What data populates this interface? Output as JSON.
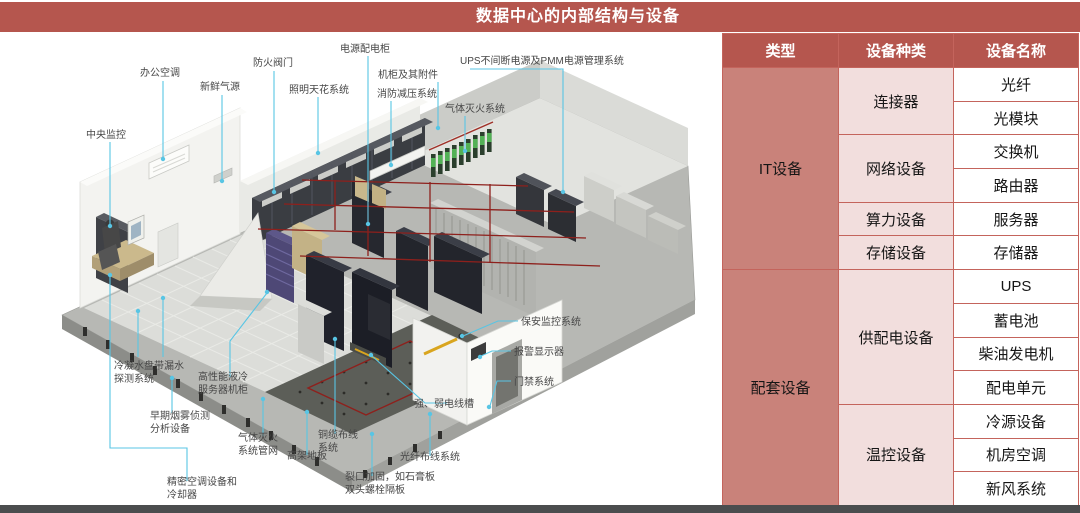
{
  "title": "数据中心的内部结构与设备",
  "colors": {
    "accent_red": "#b5564e",
    "type_cell_red": "#c9827a",
    "category_cell_pink": "#f2dedd",
    "table_border": "#c4645c",
    "leader_line_cyan": "#58c5e4",
    "cable_tray_red": "#8e201c",
    "bottom_bar_gray": "#4b4d4e"
  },
  "table": {
    "headers": [
      "类型",
      "设备种类",
      "设备名称"
    ],
    "groups": [
      {
        "type": "IT设备",
        "categories": [
          {
            "name": "连接器",
            "devices": [
              "光纤",
              "光模块"
            ]
          },
          {
            "name": "网络设备",
            "devices": [
              "交换机",
              "路由器"
            ]
          },
          {
            "name": "算力设备",
            "devices": [
              "服务器"
            ]
          },
          {
            "name": "存储设备",
            "devices": [
              "存储器"
            ]
          }
        ]
      },
      {
        "type": "配套设备",
        "categories": [
          {
            "name": "供配电设备",
            "devices": [
              "UPS",
              "蓄电池",
              "柴油发电机",
              "配电单元"
            ]
          },
          {
            "name": "温控设备",
            "devices": [
              "冷源设备",
              "机房空调",
              "新风系统"
            ]
          }
        ]
      }
    ]
  },
  "diagram": {
    "labels": {
      "power_distribution_cabinet": "电源配电柜",
      "fire_damper": "防火阀门",
      "ups_pmm": "UPS不间断电源及PMM电源管理系统",
      "office_ac": "办公空调",
      "cabinet_accessories": "机柜及其附件",
      "fresh_air_source": "新鲜气源",
      "lighting_ceiling_system": "照明天花系统",
      "fire_pressure_relief_system": "消防减压系统",
      "gas_fire_suppression_system": "气体灭火系统",
      "central_monitoring": "中央监控",
      "security_monitoring_system": "保安监控系统",
      "alarm_display": "报警显示器",
      "access_control_system": "门禁系统",
      "condensate_leak_line1": "冷凝水盘带漏水",
      "condensate_leak_line2": "探测系统",
      "liquid_cooled_rack_line1": "高性能液冷",
      "liquid_cooled_rack_line2": "服务器机柜",
      "power_weak_cable_tray": "强、弱电线槽",
      "smoke_detection_line1": "早期烟雾侦测",
      "smoke_detection_line2": "分析设备",
      "gas_pipe_network_line1": "气体灭火",
      "gas_pipe_network_line2": "系统管网",
      "copper_cabling_line1": "铜缆布线",
      "copper_cabling_line2": "系统",
      "raised_floor": "高架地板",
      "fiber_cabling_system": "光纤布线系统",
      "partition_line1": "裂口加固，如石膏板",
      "partition_line2": "双头螺栓隔板",
      "precision_ac_line1": "精密空调设备和",
      "precision_ac_line2": "冷却器"
    }
  }
}
